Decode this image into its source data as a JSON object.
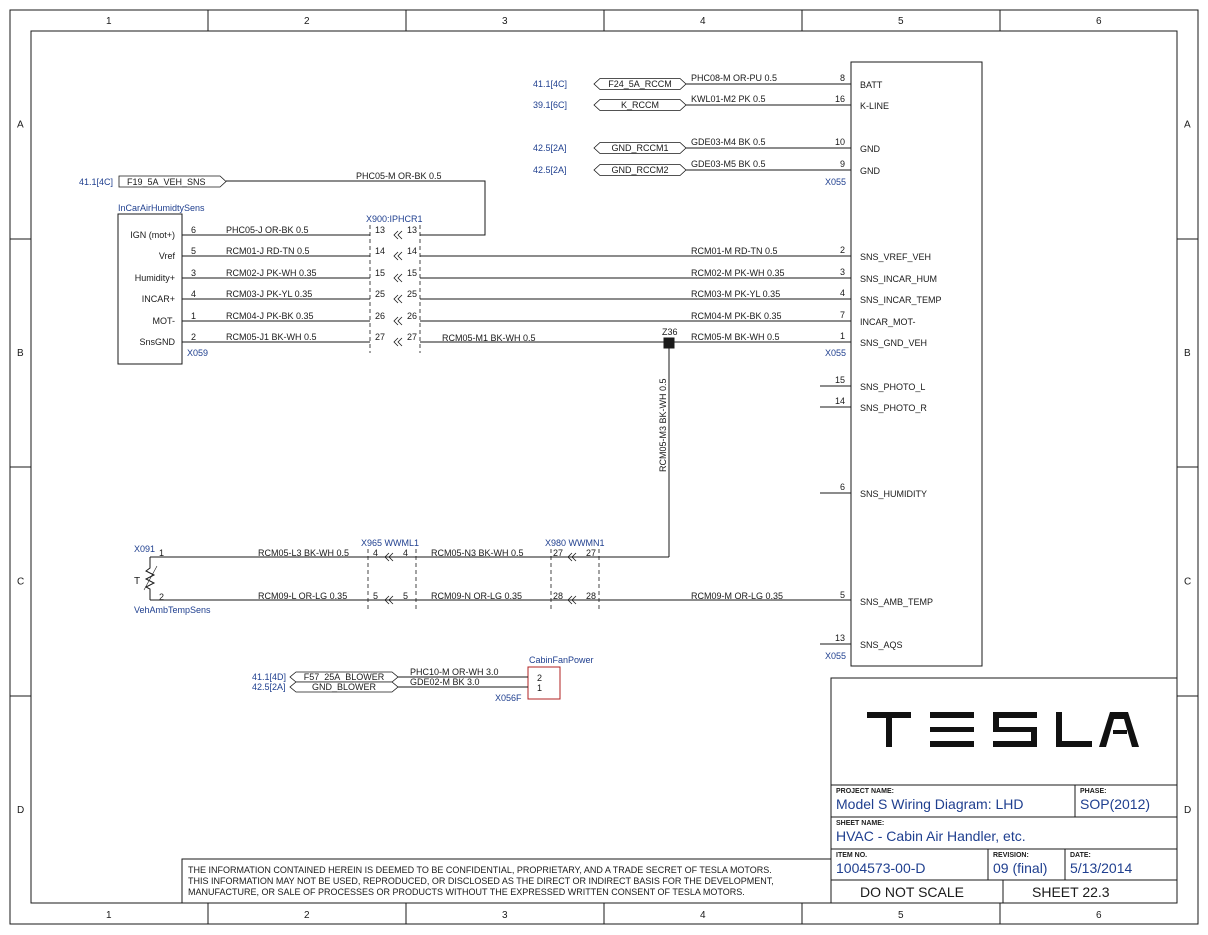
{
  "grid": {
    "columns": [
      "1",
      "2",
      "3",
      "4",
      "5",
      "6"
    ],
    "rows": [
      "A",
      "B",
      "C",
      "D"
    ]
  },
  "colors": {
    "line": "#1a1a1a",
    "ref_text": "#1f3f8f",
    "component_box": "#b02020"
  },
  "x055": {
    "label": "X055",
    "pins": [
      {
        "num": "8",
        "name": "BATT"
      },
      {
        "num": "16",
        "name": "K-LINE"
      },
      {
        "num": "10",
        "name": "GND"
      },
      {
        "num": "9",
        "name": "GND"
      },
      {
        "num": "2",
        "name": "SNS_VREF_VEH"
      },
      {
        "num": "3",
        "name": "SNS_INCAR_HUM"
      },
      {
        "num": "4",
        "name": "SNS_INCAR_TEMP"
      },
      {
        "num": "7",
        "name": "INCAR_MOT-"
      },
      {
        "num": "1",
        "name": "SNS_GND_VEH"
      },
      {
        "num": "15",
        "name": "SNS_PHOTO_L"
      },
      {
        "num": "14",
        "name": "SNS_PHOTO_R"
      },
      {
        "num": "6",
        "name": "SNS_HUMIDITY"
      },
      {
        "num": "5",
        "name": "SNS_AMB_TEMP"
      },
      {
        "num": "13",
        "name": "SNS_AQS"
      }
    ]
  },
  "top_feeds": [
    {
      "ref": "41.1[4C]",
      "signal": "F24_5A_RCCM",
      "wire": "PHC08-M OR-PU 0.5"
    },
    {
      "ref": "39.1[6C]",
      "signal": "K_RCCM",
      "wire": "KWL01-M2 PK 0.5"
    },
    {
      "ref": "42.5[2A]",
      "signal": "GND_RCCM1",
      "wire": "GDE03-M4 BK 0.5"
    },
    {
      "ref": "42.5[2A]",
      "signal": "GND_RCCM2",
      "wire": "GDE03-M5 BK 0.5"
    }
  ],
  "incar_sensor": {
    "title": "InCarAirHumidtySens",
    "label": "X059",
    "feed_ref": "41.1[4C]",
    "feed_signal": "F19_5A_VEH_SNS",
    "feed_wire": "PHC05-M OR-BK 0.5",
    "pins": [
      {
        "name": "IGN (mot+)",
        "num": "6",
        "wire": "PHC05-J OR-BK 0.5",
        "inline": "13",
        "far_wire": ""
      },
      {
        "name": "Vref",
        "num": "5",
        "wire": "RCM01-J RD-TN 0.5",
        "inline": "14",
        "far_wire": "RCM01-M RD-TN 0.5"
      },
      {
        "name": "Humidity+",
        "num": "3",
        "wire": "RCM02-J PK-WH 0.35",
        "inline": "15",
        "far_wire": "RCM02-M PK-WH 0.35"
      },
      {
        "name": "INCAR+",
        "num": "4",
        "wire": "RCM03-J PK-YL 0.35",
        "inline": "25",
        "far_wire": "RCM03-M PK-YL 0.35"
      },
      {
        "name": "MOT-",
        "num": "1",
        "wire": "RCM04-J PK-BK 0.35",
        "inline": "26",
        "far_wire": "RCM04-M PK-BK 0.35"
      },
      {
        "name": "SnsGND",
        "num": "2",
        "wire": "RCM05-J1 BK-WH 0.5",
        "inline": "27",
        "far_wire": "RCM05-M BK-WH 0.5"
      }
    ]
  },
  "inline_x900": "X900:IPHCR1",
  "splice": {
    "label": "Z36",
    "mid_wire": "RCM05-M1 BK-WH 0.5",
    "drop_wire": "RCM05-M3 BK-WH 0.5"
  },
  "amb_sensor": {
    "conn": "X091",
    "title": "VehAmbTempSens",
    "symbol": "T",
    "pin1": "1",
    "pin2": "2",
    "inline1": "X965 WWML1",
    "inline2": "X980 WWMN1",
    "row1": {
      "w1": "RCM05-L3 BK-WH 0.5",
      "n1": "4",
      "w2": "RCM05-N3 BK-WH 0.5",
      "n2": "27"
    },
    "row2": {
      "w1": "RCM09-L OR-LG 0.35",
      "n1": "5",
      "w2": "RCM09-N OR-LG 0.35",
      "n2": "28",
      "w3": "RCM09-M OR-LG 0.35"
    }
  },
  "cabin_fan": {
    "title": "CabinFanPower",
    "conn": "X056F",
    "pins": [
      "2",
      "1"
    ],
    "feeds": [
      {
        "ref": "41.1[4D]",
        "signal": "F57_25A_BLOWER",
        "wire": "PHC10-M OR-WH 3.0"
      },
      {
        "ref": "42.5[2A]",
        "signal": "GND_BLOWER",
        "wire": "GDE02-M BK 3.0"
      }
    ]
  },
  "title_block": {
    "brand": "TESLA",
    "project_name_label": "PROJECT NAME:",
    "project_name": "Model S Wiring Diagram: LHD",
    "phase_label": "PHASE:",
    "phase": "SOP(2012)",
    "sheet_name_label": "SHEET NAME:",
    "sheet_name": "HVAC - Cabin Air Handler, etc.",
    "item_no_label": "ITEM NO.",
    "item_no": "1004573-00-D",
    "revision_label": "REVISION:",
    "revision": "09 (final)",
    "date_label": "DATE:",
    "date": "5/13/2014",
    "scale_note": "DO NOT SCALE",
    "sheet": "SHEET 22.3"
  },
  "disclaimer": [
    "THE INFORMATION CONTAINED HEREIN IS DEEMED TO BE CONFIDENTIAL, PROPRIETARY, AND A TRADE SECRET OF TESLA MOTORS.",
    "THIS INFORMATION MAY NOT BE USED, REPRODUCED, OR DISCLOSED AS THE DIRECT OR INDIRECT BASIS FOR THE DEVELOPMENT,",
    "MANUFACTURE, OR SALE OF PROCESSES OR PRODUCTS WITHOUT THE EXPRESSED WRITTEN CONSENT OF TESLA MOTORS."
  ]
}
